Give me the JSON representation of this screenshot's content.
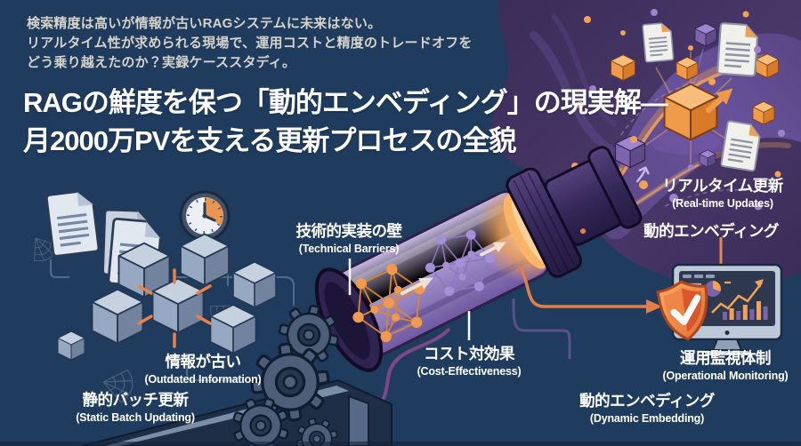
{
  "header": {
    "intro_lines": [
      "検索精度は高いが情報が古いRAGシステムに未来はない。",
      "リアルタイム性が求められる現場で、運用コストと精度のトレードオフを",
      "どう乗り越えたのか？実録ケーススタディ。"
    ],
    "title_lines": [
      "RAGの鮮度を保つ「動的エンベディング」の現実解―",
      "月2000万PVを支える更新プロセスの全貌"
    ]
  },
  "labels": {
    "technical_barriers": {
      "jp": "技術的実装の壁",
      "en": "(Technical Barriers)"
    },
    "realtime_updates": {
      "jp": "リアルタイム更新",
      "en": "(Real-time Updates)"
    },
    "dynamic_embedding_top": {
      "jp": "動的エンベディング"
    },
    "outdated_information": {
      "jp": "情報が古い",
      "en": "(Outdated Information)"
    },
    "cost_effectiveness": {
      "jp": "コスト対効果",
      "en": "(Cost-Effectiveness)"
    },
    "static_batch_updating": {
      "jp": "静的バッチ更新",
      "en": "(Static Batch Updating)"
    },
    "operational_monitoring": {
      "jp": "運用監視体制",
      "en": "(Operational Monitoring)"
    },
    "dynamic_embedding_bottom": {
      "jp": "動的エンベディング",
      "en": "(Dynamic Embedding)"
    }
  },
  "illustration": {
    "icons": [
      "document-icon",
      "clock-icon",
      "cube-icon",
      "cobweb-icon",
      "gear-icon",
      "pipeline-tube",
      "neural-network-icon",
      "arrow-icon",
      "cable",
      "monitor-icon",
      "shield-check-icon",
      "pie-chart-icon",
      "bar-chart-icon",
      "line-chart-icon"
    ]
  },
  "colors": {
    "background": "#1f3b5d",
    "accent_orange": "#f0994a",
    "accent_purple": "#7a64ad",
    "title_text": "#ffffff",
    "intro_text": "#d6d3cb"
  }
}
